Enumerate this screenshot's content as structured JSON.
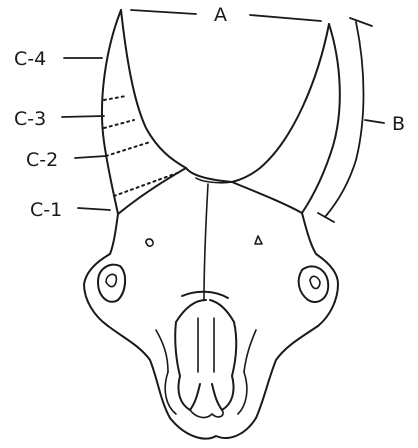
{
  "labels": {
    "a": "A",
    "b": "B",
    "c1": "C-1",
    "c2": "C-2",
    "c3": "C-3",
    "c4": "C-4"
  },
  "colors": {
    "ink": "#1a1a1a",
    "background": "#ffffff"
  }
}
